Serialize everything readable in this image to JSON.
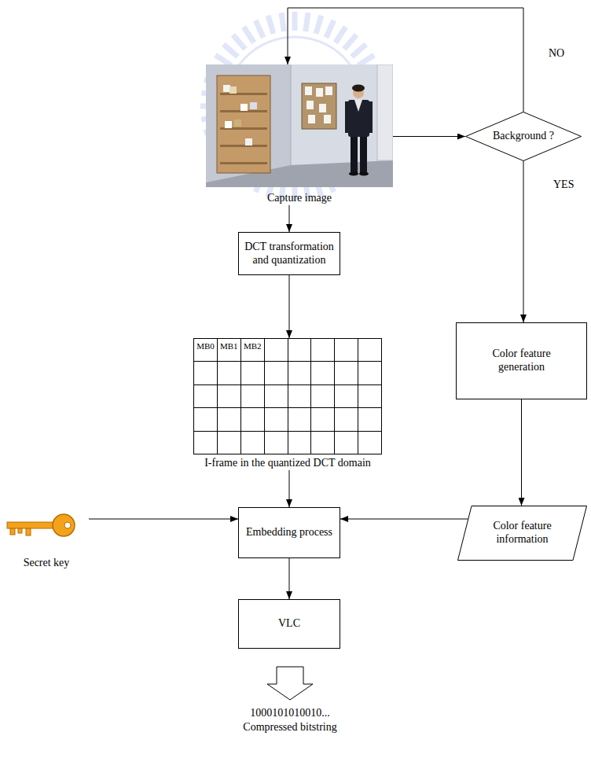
{
  "diagram": {
    "nodes": [
      {
        "text": [
          "Capture image"
        ]
      },
      {
        "text": [
          "Background ?"
        ]
      },
      {
        "text": [
          "DCT transformation and quantization"
        ]
      },
      {
        "text": [
          "Color feature generation"
        ]
      },
      {
        "text": [
          "MB0",
          "MB1",
          "MB2",
          "I-frame in the quantized DCT domain"
        ]
      },
      {
        "text": [
          "Secret key"
        ]
      },
      {
        "text": [
          "Embedding process"
        ]
      },
      {
        "text": [
          "Color feature information"
        ]
      },
      {
        "text": [
          "VLC"
        ]
      }
    ],
    "edges": [
      {
        "from": 0,
        "to": 1,
        "arrow": "to"
      },
      {
        "from": 1,
        "to": 0,
        "label": "NO",
        "arrow": "to"
      },
      {
        "from": 1,
        "to": 3,
        "label": "YES",
        "arrow": "to"
      },
      {
        "from": 0,
        "to": 2,
        "arrow": "to"
      },
      {
        "from": 2,
        "to": 4,
        "arrow": "to"
      },
      {
        "from": 4,
        "to": 6,
        "arrow": "to"
      },
      {
        "from": 5,
        "to": 6,
        "arrow": "to"
      },
      {
        "from": 3,
        "to": 7,
        "arrow": "to"
      },
      {
        "from": 7,
        "to": 6,
        "arrow": "to"
      },
      {
        "from": 6,
        "to": 8,
        "arrow": "to"
      }
    ],
    "labels": [
      "1000101010010...",
      "Compressed bitstring"
    ]
  }
}
